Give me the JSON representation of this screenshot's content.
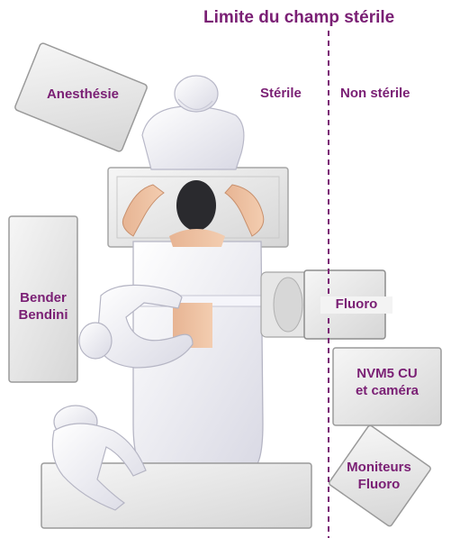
{
  "title": "Limite du champ stérile",
  "zones": {
    "sterile": "Stérile",
    "non_sterile": "Non stérile"
  },
  "equipment": {
    "anesthesia": "Anesthésie",
    "bender_line1": "Bender",
    "bender_line2": "Bendini",
    "fluoro": "Fluoro",
    "nvm5_line1": "NVM5 CU",
    "nvm5_line2": "et caméra",
    "monitors_line1": "Moniteurs",
    "monitors_line2": "Fluoro"
  },
  "colors": {
    "label": "#7a1f74",
    "boundary_line": "#7a1f74",
    "equipment_fill": "#e9e9e9",
    "equipment_border": "#9a9a9a",
    "figures": "#f1f1f6"
  }
}
